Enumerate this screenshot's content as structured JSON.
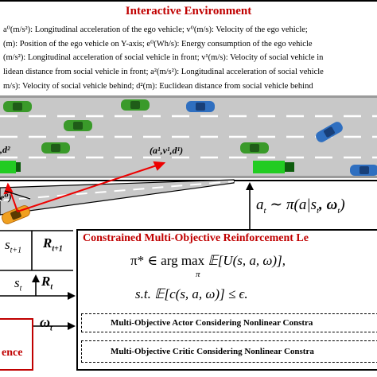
{
  "env": {
    "title": "Interactive Environment",
    "lines": [
      "a⁰(m/s²): Longitudinal acceleration of the ego vehicle; v⁰(m/s): Velocity of the ego vehicle;",
      "(m): Position of the ego vehicle on Y-axis; e⁰(Wh/s): Energy consumption of the ego vehicle",
      "(m/s²): Longitudinal acceleration of social vehicle in front; v¹(m/s): Velocity of social vehicle in",
      "lidean distance from social vehicle in front; a²(m/s²): Longitudinal acceleration of social vehicle",
      "m/s): Velocity of social vehicle behind; d²(m): Euclidean distance from social vehicle behind"
    ],
    "front_label": "(a¹,v¹,d¹)",
    "behind_label": ",d²",
    "ego_label": "e⁰)"
  },
  "policy": {
    "label": "a",
    "sub": "t",
    "tilde": " ∼ π",
    "expr": "(a|s",
    "expr2": ", ω",
    "expr3": ")"
  },
  "signals": {
    "s_next": "s",
    "s_next_sub": "t+1",
    "r_next": "R",
    "r_next_sub": "t+1",
    "s_t": "s",
    "s_t_sub": "t",
    "r_t": "R",
    "r_t_sub": "t",
    "omega": "ω",
    "omega_sub": "t"
  },
  "cmorl": {
    "title": "Constrained Multi-Objective Reinforcement Le",
    "eq1_lhs": "π* ∈ arg max",
    "eq1_under": "π",
    "eq1_rhs": "𝔼[U(s, a, ω)],",
    "eq2": "s.t.  𝔼[c(s, a, ω)] ≤ ϵ.",
    "actor": "Multi-Objective Actor Considering Nonlinear Constra",
    "critic": "Multi-Objective Critic Considering Nonlinear Constra"
  },
  "pref": {
    "label": "ence"
  },
  "colors": {
    "title_red": "#c00000",
    "road_gray": "#c8c8c8",
    "lane_white": "#ffffff",
    "car_green": "#3a9a2a",
    "car_blue": "#2f6fc0",
    "truck_green": "#22cc22",
    "arrow_red": "#ee0000",
    "ego_orange": "#f0a020"
  }
}
